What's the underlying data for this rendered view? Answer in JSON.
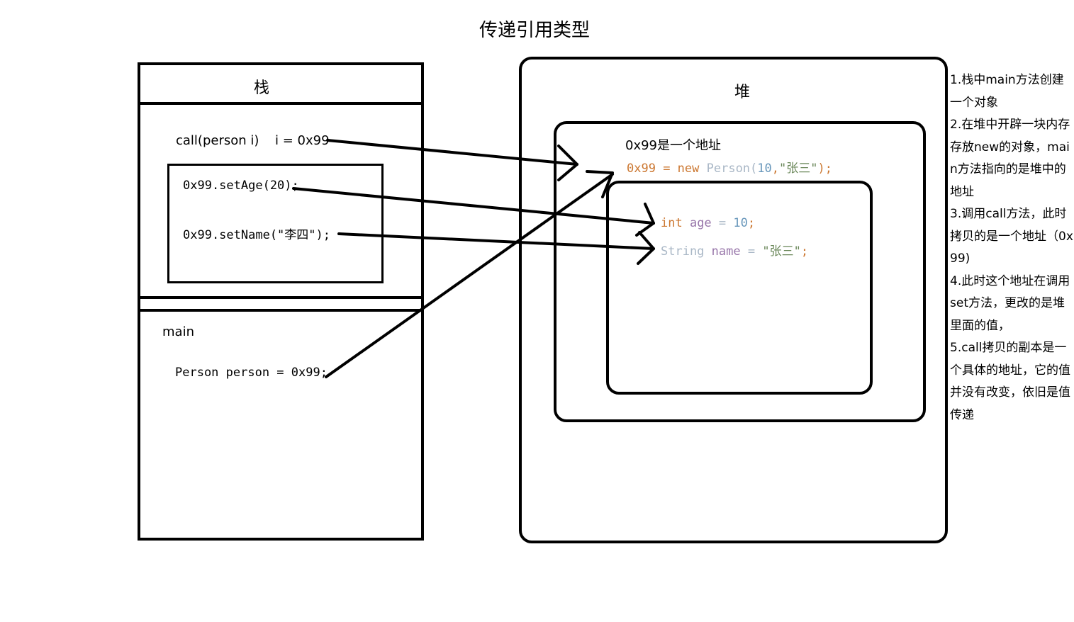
{
  "title": "传递引用类型",
  "stack": {
    "label": "栈",
    "call_frame": {
      "signature": "call(person i)",
      "assignment": "i = 0x99",
      "code": {
        "set_age": "0x99.setAge(20);",
        "set_name": "0x99.setName(\"李四\");"
      }
    },
    "main_frame": {
      "label": "main",
      "code": "Person person = 0x99;"
    }
  },
  "heap": {
    "label": "堆",
    "object": {
      "address_note": "0x99是一个地址",
      "construct": {
        "addr": "0x99",
        "eq": " = ",
        "kw_new": "new ",
        "type": "Person",
        "open": "(",
        "num": "10",
        "comma": ",",
        "str": "\"张三\"",
        "close": ");"
      },
      "fields": {
        "age": {
          "kw": "int ",
          "name": "age",
          "eq": " = ",
          "value": "10",
          "end": ";"
        },
        "name": {
          "kw": "String ",
          "name": "name",
          "eq": " = ",
          "value": "\"张三\"",
          "end": ";"
        }
      }
    }
  },
  "notes": [
    "1.栈中main方法创建一个对象",
    "2.在堆中开辟一块内存存放new的对象，main方法指向的是堆中的地址",
    "3.调用call方法，此时拷贝的是一个地址（0x99)",
    "4.此时这个地址在调用set方法，更改的是堆里面的值，",
    "5.call拷贝的副本是一个具体的地址，它的值并没有改变，依旧是值传递"
  ],
  "colors": {
    "keyword": "#cc7832",
    "field": "#9876aa",
    "type": "#a9b7c6",
    "number": "#6897bb",
    "string": "#6a8759"
  }
}
